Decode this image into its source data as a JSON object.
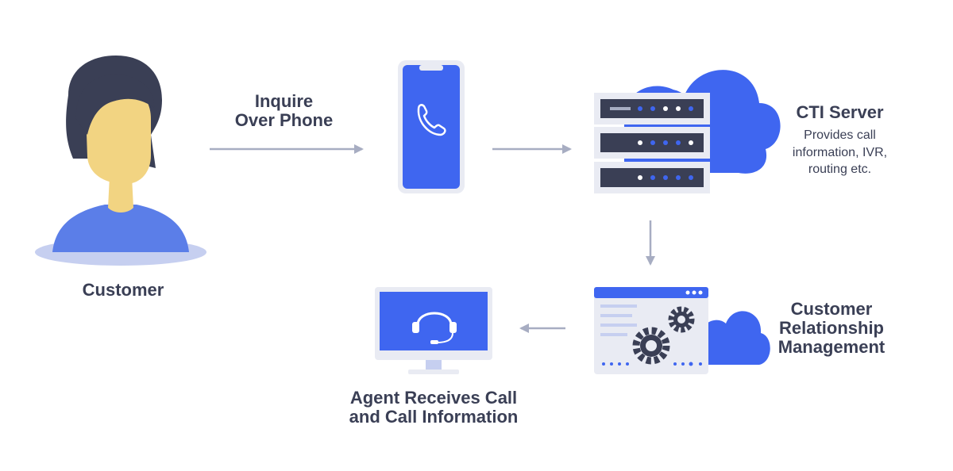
{
  "colors": {
    "primary_blue": "#3f66f0",
    "light_blue": "#5b7ee8",
    "pale_blue": "#c6cff0",
    "dark_navy": "#3a3f55",
    "skin": "#f2d482",
    "arrow_gray": "#a7adc2",
    "panel_gray": "#e9ebf3"
  },
  "nodes": {
    "customer": {
      "label": "Customer",
      "icon": "person-icon"
    },
    "phone": {
      "icon": "smartphone-icon"
    },
    "cti_server": {
      "title": "CTI Server",
      "description_lines": [
        "Provides call",
        "information, IVR,",
        "routing etc."
      ],
      "icon": "server-cloud-icon"
    },
    "crm": {
      "label_lines": [
        "Customer",
        "Relationship",
        "Management"
      ],
      "icon": "crm-window-gears-icon"
    },
    "agent": {
      "label_lines": [
        "Agent Receives Call",
        "and Call Information"
      ],
      "icon": "monitor-headset-icon"
    }
  },
  "edges": {
    "customer_to_phone": {
      "label_lines": [
        "Inquire",
        "Over Phone"
      ]
    }
  }
}
